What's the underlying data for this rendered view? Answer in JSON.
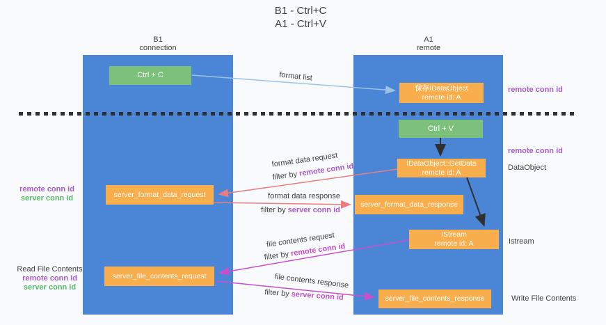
{
  "title": {
    "line1": "B1 - Ctrl+C",
    "line2": "A1 - Ctrl+V"
  },
  "columns": {
    "left": {
      "header_line1": "B1",
      "header_line2": "connection"
    },
    "right": {
      "header_line1": "A1",
      "header_line2": "remote"
    }
  },
  "nodes": {
    "ctrl_c": "Ctrl + C",
    "ctrl_v": "Ctrl + V",
    "save_idataobject": {
      "line1": "保存IDataObject",
      "line2": "remote id: A"
    },
    "getdata": {
      "line1": "IDataObject::GetData",
      "line2": "remote id: A"
    },
    "istream": {
      "line1": "IStream",
      "line2": "remote id: A"
    },
    "format_request": "server_format_data_request",
    "format_response": "server_format_data_response",
    "file_request": "server_file_contents_request",
    "file_response": "server_file_contents_response"
  },
  "flow_labels": {
    "format_list": "format list",
    "format_data_request": "format data request",
    "format_data_response": "format data response",
    "file_contents_request": "file contents request",
    "file_contents_response": "file contents response",
    "filter_by": "filter by ",
    "remote_conn_id": "remote conn id",
    "server_conn_id": "server conn id"
  },
  "side_labels": {
    "left_mid": {
      "remote": "remote conn id",
      "server": "server conn id"
    },
    "left_bottom": {
      "title": "Read File Contents",
      "remote": "remote conn id",
      "server": "server conn id"
    },
    "right": {
      "remote_top": "remote conn id",
      "remote_mid": "remote conn id",
      "dataobject": "DataObject",
      "istream": "Istream",
      "write": "Write File Contents"
    }
  },
  "colors": {
    "column_blue": "#4a85d6",
    "node_orange": "#f9ae4d",
    "node_green": "#7bc17c",
    "arrow_blue": "#9dc3e6",
    "arrow_red": "#e87e80",
    "arrow_magenta": "#c94fcb",
    "arrow_black": "#303030",
    "label_purple": "#a55bca",
    "label_magenta": "#c44fc9",
    "label_green": "#56b668",
    "text_dark": "#3f3f3f"
  }
}
